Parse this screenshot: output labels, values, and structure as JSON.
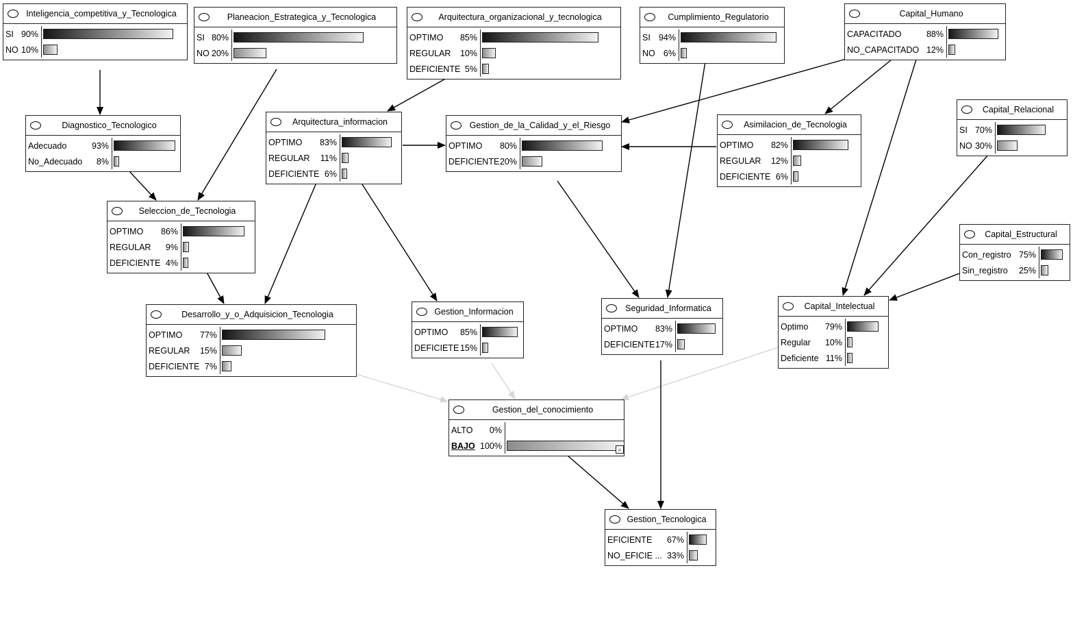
{
  "nodes": [
    {
      "id": "ict",
      "name": "Inteligencia_competitiva_y_Tecnologica",
      "states": [
        {
          "label": "SI",
          "pct": "90%",
          "value": 0.9
        },
        {
          "label": "NO",
          "pct": "10%",
          "value": 0.1
        }
      ]
    },
    {
      "id": "pet",
      "name": "Planeacion_Estrategica_y_Tecnologica",
      "states": [
        {
          "label": "SI",
          "pct": "80%",
          "value": 0.8
        },
        {
          "label": "NO",
          "pct": "20%",
          "value": 0.2
        }
      ]
    },
    {
      "id": "aot",
      "name": "Arquitectura_organizacional_y_tecnologica",
      "states": [
        {
          "label": "OPTIMO",
          "pct": "85%",
          "value": 0.85
        },
        {
          "label": "REGULAR",
          "pct": "10%",
          "value": 0.1
        },
        {
          "label": "DEFICIENTE",
          "pct": "5%",
          "value": 0.05
        }
      ]
    },
    {
      "id": "cr",
      "name": "Cumplimiento_Regulatorio",
      "states": [
        {
          "label": "SI",
          "pct": "94%",
          "value": 0.94
        },
        {
          "label": "NO",
          "pct": "6%",
          "value": 0.06
        }
      ]
    },
    {
      "id": "ch",
      "name": "Capital_Humano",
      "states": [
        {
          "label": "CAPACITADO",
          "pct": "88%",
          "value": 0.88
        },
        {
          "label": "NO_CAPACITADO",
          "pct": "12%",
          "value": 0.12
        }
      ]
    },
    {
      "id": "dt",
      "name": "Diagnostico_Tecnologico",
      "states": [
        {
          "label": "Adecuado",
          "pct": "93%",
          "value": 0.93
        },
        {
          "label": "No_Adecuado",
          "pct": "8%",
          "value": 0.08
        }
      ]
    },
    {
      "id": "ai",
      "name": "Arquitectura_informacion",
      "states": [
        {
          "label": "OPTIMO",
          "pct": "83%",
          "value": 0.83
        },
        {
          "label": "REGULAR",
          "pct": "11%",
          "value": 0.11
        },
        {
          "label": "DEFICIENTE",
          "pct": "6%",
          "value": 0.06
        }
      ]
    },
    {
      "id": "gcr",
      "name": "Gestion_de_la_Calidad_y_el_Riesgo",
      "states": [
        {
          "label": "OPTIMO",
          "pct": "80%",
          "value": 0.8
        },
        {
          "label": "DEFICIENTE",
          "pct": "20%",
          "value": 0.2
        }
      ]
    },
    {
      "id": "at",
      "name": "Asimilacion_de_Tecnologia",
      "states": [
        {
          "label": "OPTIMO",
          "pct": "82%",
          "value": 0.82
        },
        {
          "label": "REGULAR",
          "pct": "12%",
          "value": 0.12
        },
        {
          "label": "DEFICIENTE",
          "pct": "6%",
          "value": 0.06
        }
      ]
    },
    {
      "id": "crel",
      "name": "Capital_Relacional",
      "states": [
        {
          "label": "SI",
          "pct": "70%",
          "value": 0.7
        },
        {
          "label": "NO",
          "pct": "30%",
          "value": 0.3
        }
      ]
    },
    {
      "id": "st",
      "name": "Seleccion_de_Tecnologia",
      "states": [
        {
          "label": "OPTIMO",
          "pct": "86%",
          "value": 0.86
        },
        {
          "label": "REGULAR",
          "pct": "9%",
          "value": 0.09
        },
        {
          "label": "DEFICIENTE",
          "pct": "4%",
          "value": 0.04
        }
      ]
    },
    {
      "id": "ce",
      "name": "Capital_Estructural",
      "states": [
        {
          "label": "Con_registro",
          "pct": "75%",
          "value": 0.75
        },
        {
          "label": "Sin_registro",
          "pct": "25%",
          "value": 0.25
        }
      ]
    },
    {
      "id": "dat",
      "name": "Desarrollo_y_o_Adquisicion_Tecnologia",
      "states": [
        {
          "label": "OPTIMO",
          "pct": "77%",
          "value": 0.77
        },
        {
          "label": "REGULAR",
          "pct": "15%",
          "value": 0.15
        },
        {
          "label": "DEFICIENTE",
          "pct": "7%",
          "value": 0.07
        }
      ]
    },
    {
      "id": "gi",
      "name": "Gestion_Informacion",
      "states": [
        {
          "label": "OPTIMO",
          "pct": "85%",
          "value": 0.85
        },
        {
          "label": "DEFICIETE",
          "pct": "15%",
          "value": 0.15
        }
      ]
    },
    {
      "id": "si",
      "name": "Seguridad_Informatica",
      "states": [
        {
          "label": "OPTIMO",
          "pct": "83%",
          "value": 0.83
        },
        {
          "label": "DEFICIENTE",
          "pct": "17%",
          "value": 0.17
        }
      ]
    },
    {
      "id": "ci",
      "name": "Capital_Intelectual",
      "states": [
        {
          "label": "Optimo",
          "pct": "79%",
          "value": 0.79
        },
        {
          "label": "Regular",
          "pct": "10%",
          "value": 0.1
        },
        {
          "label": "Deficiente",
          "pct": "11%",
          "value": 0.11
        }
      ]
    },
    {
      "id": "gc",
      "name": "Gestion_del_conocimiento",
      "states": [
        {
          "label": "ALTO",
          "pct": "0%",
          "value": 0.0
        },
        {
          "label": "BAJO",
          "pct": "100%",
          "value": 1.0,
          "evidence": true
        }
      ]
    },
    {
      "id": "gt",
      "name": "Gestion_Tecnologica",
      "states": [
        {
          "label": "EFICIENTE",
          "pct": "67%",
          "value": 0.67
        },
        {
          "label": "NO_EFICIE ...",
          "pct": "33%",
          "value": 0.33
        }
      ]
    }
  ],
  "edges": [
    {
      "from": "ict",
      "to": "dt"
    },
    {
      "from": "pet",
      "to": "st"
    },
    {
      "from": "dt",
      "to": "st"
    },
    {
      "from": "aot",
      "to": "ai"
    },
    {
      "from": "ai",
      "to": "gcr"
    },
    {
      "from": "ch",
      "to": "gcr"
    },
    {
      "from": "at",
      "to": "gcr"
    },
    {
      "from": "ch",
      "to": "at"
    },
    {
      "from": "ch",
      "to": "ci"
    },
    {
      "from": "crel",
      "to": "ci"
    },
    {
      "from": "ce",
      "to": "ci"
    },
    {
      "from": "st",
      "to": "dat"
    },
    {
      "from": "ai",
      "to": "dat"
    },
    {
      "from": "ai",
      "to": "gi"
    },
    {
      "from": "gcr",
      "to": "si"
    },
    {
      "from": "cr",
      "to": "si"
    },
    {
      "from": "dat",
      "to": "gc",
      "faded": true
    },
    {
      "from": "gi",
      "to": "gc",
      "faded": true
    },
    {
      "from": "ci",
      "to": "gc",
      "faded": true
    },
    {
      "from": "gc",
      "to": "gt"
    },
    {
      "from": "si",
      "to": "gt"
    }
  ]
}
